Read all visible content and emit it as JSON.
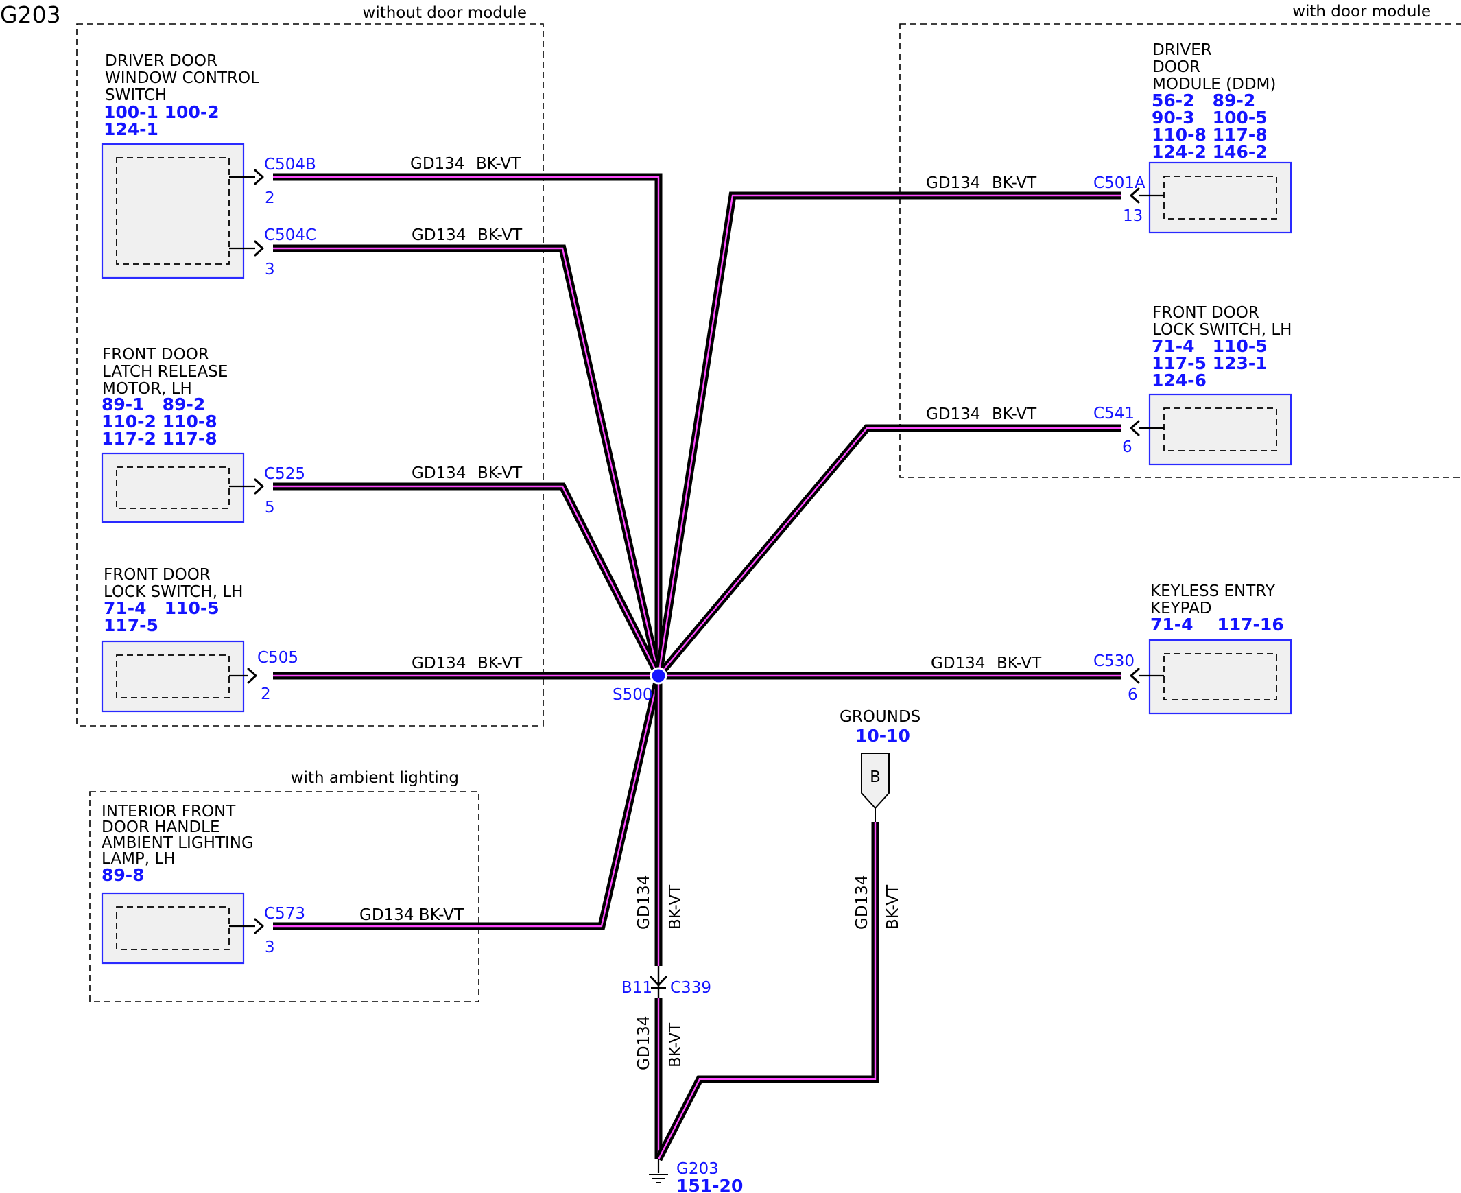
{
  "diagram": {
    "title": "G203",
    "sections": {
      "without_door_module": "without door module",
      "with_door_module": "with door module",
      "with_ambient_lighting": "with ambient lighting"
    },
    "wire": {
      "circuit": "GD134",
      "color": "BK-VT",
      "label_combined": "GD134 BK-VT",
      "outer_color": "#000000",
      "inner_color": "#ff4dff"
    },
    "splice": {
      "id": "S500",
      "color": "#1414ff"
    },
    "components": {
      "window_switch": {
        "name_lines": [
          "DRIVER DOOR",
          "WINDOW CONTROL",
          "SWITCH"
        ],
        "refs": [
          "100-1 100-2",
          "124-1"
        ],
        "connectors": [
          {
            "id": "C504B",
            "pin": "2"
          },
          {
            "id": "C504C",
            "pin": "3"
          }
        ]
      },
      "latch_motor": {
        "name_lines": [
          "FRONT DOOR",
          "LATCH RELEASE",
          "MOTOR, LH"
        ],
        "refs": [
          "89-1   89-2",
          "110-2 110-8",
          "117-2 117-8"
        ],
        "connector": {
          "id": "C525",
          "pin": "5"
        }
      },
      "lock_switch_left": {
        "name_lines": [
          "FRONT DOOR",
          "LOCK SWITCH, LH"
        ],
        "refs": [
          "71-4   110-5",
          "117-5"
        ],
        "connector": {
          "id": "C505",
          "pin": "2"
        }
      },
      "ambient_lamp": {
        "name_lines": [
          "INTERIOR FRONT",
          "DOOR HANDLE",
          "AMBIENT LIGHTING",
          "LAMP, LH"
        ],
        "refs": [
          "89-8"
        ],
        "connector": {
          "id": "C573",
          "pin": "3"
        }
      },
      "ddm": {
        "name_lines": [
          "DRIVER",
          "DOOR",
          "MODULE (DDM)"
        ],
        "refs": [
          "56-2   89-2",
          "90-3   100-5",
          "110-8 117-8",
          "124-2 146-2"
        ],
        "connector": {
          "id": "C501A",
          "pin": "13"
        }
      },
      "lock_switch_right": {
        "name_lines": [
          "FRONT DOOR",
          "LOCK SWITCH, LH"
        ],
        "refs": [
          "71-4   110-5",
          "117-5 123-1",
          "124-6"
        ],
        "connector": {
          "id": "C541",
          "pin": "6"
        }
      },
      "keypad": {
        "name_lines": [
          "KEYLESS ENTRY",
          "KEYPAD"
        ],
        "refs": [
          "71-4    117-16"
        ],
        "connector": {
          "id": "C530",
          "pin": "6"
        }
      }
    },
    "inline_connector": {
      "id": "C339",
      "pin": "B11"
    },
    "grounds_ref": {
      "label": "GROUNDS",
      "ref": "10-10",
      "flag": "B"
    },
    "ground": {
      "id": "G203",
      "ref": "151-20"
    }
  }
}
